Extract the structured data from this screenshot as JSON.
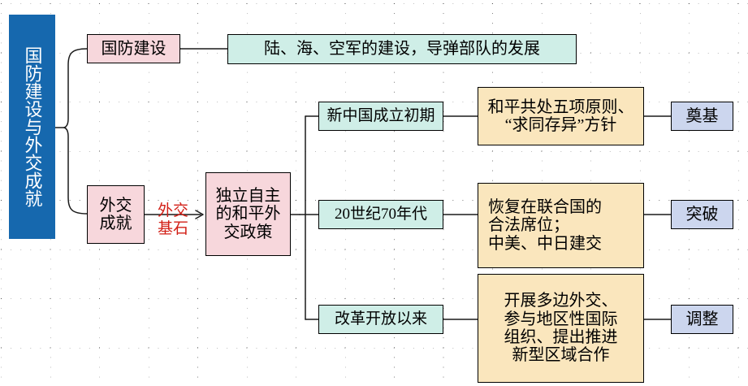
{
  "diagram": {
    "title": "国防建设与外交成就",
    "root": {
      "label": "国防建设与外交成就"
    },
    "branches": [
      {
        "label": "国防建设"
      },
      {
        "label": "外交成就"
      }
    ],
    "edge_labels": [
      {
        "label": "外交\n基石",
        "color": "#d21f16"
      }
    ],
    "defense_detail": {
      "label": "陆、海、空军的建设，导弹部队的发展"
    },
    "policy": {
      "label": "独立自主\n的和平外\n交政策"
    },
    "periods": [
      {
        "label": "新中国成立初期"
      },
      {
        "label": "20世纪70年代"
      },
      {
        "label": "改革开放以来"
      }
    ],
    "achievements": [
      {
        "label": "和平共处五项原则、\n“求同存异”方针"
      },
      {
        "label": "恢复在联合国的\n合法席位；\n中美、中日建交"
      },
      {
        "label": "开展多边外交、\n参与地区性国际\n组织、提出推进\n新型区域合作"
      }
    ],
    "outcomes": [
      {
        "label": "奠基"
      },
      {
        "label": "突破"
      },
      {
        "label": "调整"
      }
    ],
    "colors": {
      "banner": "#1668ae",
      "pink": "#f7d7dc",
      "teal": "#cfeee7",
      "yellow": "#fae6bd",
      "bluebox": "#ccd6ee",
      "accent_red": "#d21f16",
      "stroke": "#000000"
    }
  }
}
